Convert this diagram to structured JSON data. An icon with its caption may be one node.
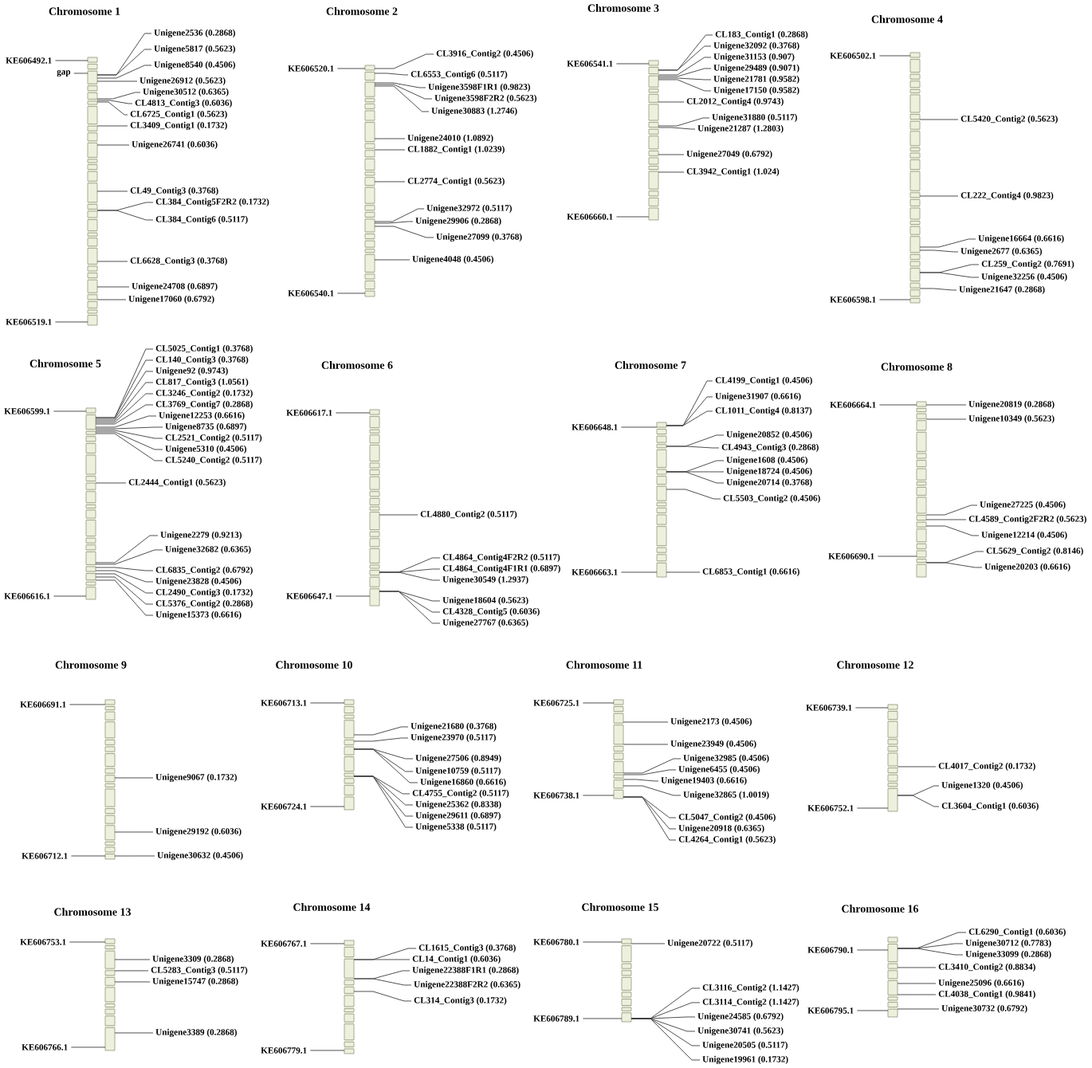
{
  "diagram": {
    "nodes": [
      {
        "text": [],
        "shape": "bar"
      },
      {
        "text": [
          "KE606492.1"
        ]
      },
      {
        "text": [
          "KE606519.1"
        ]
      },
      {
        "text": [
          "gap"
        ]
      },
      {
        "text": [
          "Unigene2536 (0.2868)"
        ]
      },
      {
        "text": [
          "Unigene5817 (0.5623)"
        ]
      },
      {
        "text": [
          "Unigene8540 (0.4506)"
        ]
      },
      {
        "text": [
          "Unigene26912 (0.5623)"
        ]
      },
      {
        "text": [
          "Unigene30512 (0.6365)"
        ]
      },
      {
        "text": [
          "CL4813_Contig3 (0.6036)"
        ]
      },
      {
        "text": [
          "CL6725_Contig1 (0.5623)"
        ]
      },
      {
        "text": [
          "CL3409_Contig1 (0.1732)"
        ]
      },
      {
        "text": [
          "Unigene26741 (0.6036)"
        ]
      },
      {
        "text": [
          "CL49_Contig3 (0.3768)"
        ]
      },
      {
        "text": [
          "CL384_Contig5F2R2 (0.1732)"
        ]
      },
      {
        "text": [
          "CL384_Contig6 (0.5117)"
        ]
      },
      {
        "text": [
          "CL6628_Contig3 (0.3768)"
        ]
      },
      {
        "text": [
          "Unigene24708 (0.6897)"
        ]
      },
      {
        "text": [
          "Unigene17060 (0.6792)"
        ]
      },
      {
        "text": [],
        "shape": "bar"
      },
      {
        "text": [
          "KE606520.1"
        ]
      },
      {
        "text": [
          "KE606540.1"
        ]
      },
      {
        "text": [
          "CL3916_Contig2 (0.4506)"
        ]
      },
      {
        "text": [
          "CL6553_Contig6 (0.5117)"
        ]
      },
      {
        "text": [
          "Unigene3598F1R1 (0.9823)"
        ]
      },
      {
        "text": [
          "Unigene3598F2R2 (0.5623)"
        ]
      },
      {
        "text": [
          "Unigene30883 (1.2746)"
        ]
      },
      {
        "text": [
          "Unigene24010 (1.0892)"
        ]
      },
      {
        "text": [
          "CL1882_Contig1 (1.0239)"
        ]
      },
      {
        "text": [
          "CL2774_Contig1 (0.5623)"
        ]
      },
      {
        "text": [
          "Unigene32972 (0.5117)"
        ]
      },
      {
        "text": [
          "Unigene29906 (0.2868)"
        ]
      },
      {
        "text": [
          "Unigene27099 (0.3768)"
        ]
      },
      {
        "text": [
          "Unigene4048 (0.4506)"
        ]
      },
      {
        "text": [],
        "shape": "bar"
      },
      {
        "text": [
          "KE606541.1"
        ]
      },
      {
        "text": [
          "KE606660.1"
        ]
      },
      {
        "text": [
          "CL183_Contig1 (0.2868)"
        ]
      },
      {
        "text": [
          "Unigene32092 (0.3768)"
        ]
      },
      {
        "text": [
          "Unigene31153 (0.907)"
        ]
      },
      {
        "text": [
          "Unigene29489 (0.9071)"
        ]
      },
      {
        "text": [
          "Unigene21781 (0.9582)"
        ]
      },
      {
        "text": [
          "Unigene17150 (0.9582)"
        ]
      },
      {
        "text": [
          "CL2012_Contig4 (0.9743)"
        ]
      },
      {
        "text": [
          "Unigene31880 (0.5117)"
        ]
      },
      {
        "text": [
          "Unigene21287 (1.2803)"
        ]
      },
      {
        "text": [
          "Unigene27049 (0.6792)"
        ]
      },
      {
        "text": [
          "CL3942_Contig1 (1.024)"
        ]
      },
      {
        "text": [],
        "shape": "bar",
        "beside": [
          "Chromosome 4"
        ]
      },
      {
        "text": [
          "KE606502.1"
        ]
      },
      {
        "text": [
          "KE606598.1"
        ]
      },
      {
        "text": [
          "CL5420_Contig2 (0.5623)"
        ]
      },
      {
        "text": [
          "CL222_Contig4 (0.9823)"
        ]
      },
      {
        "text": [
          "Unigene16664 (0.6616)"
        ]
      },
      {
        "text": [
          "Unigene2677 (0.6365)"
        ]
      },
      {
        "text": [
          "CL259_Contig2 (0.7691)"
        ]
      },
      {
        "text": [
          "Unigene32256 (0.4506)"
        ]
      },
      {
        "text": [
          "Unigene21647 (0.2868)"
        ]
      },
      {
        "text": [],
        "shape": "bar",
        "beside": [
          "Chromosome 5"
        ]
      },
      {
        "text": [
          "KE606599.1"
        ]
      },
      {
        "text": [
          "KE606616.1"
        ]
      },
      {
        "text": [
          "CL5025_Contig1 (0.3768)"
        ]
      },
      {
        "text": [
          "CL140_Contig3 (0.3768)"
        ]
      },
      {
        "text": [
          "Unigene92 (0.9743)"
        ]
      },
      {
        "text": [
          "CL817_Contig3 (1.0561)"
        ]
      },
      {
        "text": [
          "CL3246_Contig2 (0.1732)"
        ]
      },
      {
        "text": [
          "CL3769_Contig7 (0.2868)"
        ]
      },
      {
        "text": [
          "Unigene12253 (0.6616)"
        ]
      },
      {
        "text": [
          "Unigene8735 (0.6897)"
        ]
      },
      {
        "text": [
          "CL2521_Contig2 (0.5117)"
        ]
      },
      {
        "text": [
          "Unigene5310 (0.4506)"
        ]
      },
      {
        "text": [
          "CL5240_Contig2 (0.5117)"
        ]
      },
      {
        "text": [
          "CL2444_Contig1 (0.5623)"
        ]
      },
      {
        "text": [
          "Unigene2279 (0.9213)"
        ]
      },
      {
        "text": [
          "Unigene32682 (0.6365)"
        ]
      },
      {
        "text": [
          "CL6835_Contig2 (0.6792)"
        ]
      },
      {
        "text": [
          "Unigene23828 (0.4506)"
        ]
      },
      {
        "text": [
          "CL2490_Contig3 (0.1732)"
        ]
      },
      {
        "text": [
          "CL5376_Contig2 (0.2868)"
        ]
      },
      {
        "text": [
          "Unigene15373 (0.6616)"
        ]
      },
      {
        "text": [],
        "shape": "bar",
        "beside": [
          "Chromosome 6"
        ]
      },
      {
        "text": [
          "KE606617.1"
        ]
      },
      {
        "text": [
          "KE606647.1"
        ]
      },
      {
        "text": [
          "CL4880_Contig2 (0.5117)"
        ]
      },
      {
        "text": [
          "CL4864_Contig4F2R2 (0.5117)"
        ]
      },
      {
        "text": [
          "CL4864_Contig4F1R1 (0.6897)"
        ]
      },
      {
        "text": [
          "Unigene30549 (1.2937)"
        ]
      },
      {
        "text": [
          "Unigene18604 (0.5623)"
        ]
      },
      {
        "text": [
          "CL4328_Contig5 (0.6036)"
        ]
      },
      {
        "text": [
          "Unigene27767 (0.6365)"
        ]
      },
      {
        "text": [],
        "shape": "bar"
      },
      {
        "text": [
          "KE606648.1"
        ]
      },
      {
        "text": [
          "KE606663.1"
        ]
      },
      {
        "text": [
          "CL4199_Contig1 (0.4506)"
        ]
      },
      {
        "text": [
          "Unigene31907 (0.6616)"
        ]
      },
      {
        "text": [
          "CL1011_Contig4 (0.8137)"
        ]
      },
      {
        "text": [
          "Unigene20852 (0.4506)"
        ]
      },
      {
        "text": [
          "CL4943_Contig3 (0.2868)"
        ]
      },
      {
        "text": [
          "Unigene1608 (0.4506)"
        ]
      },
      {
        "text": [
          "Unigene18724 (0.4506)"
        ]
      },
      {
        "text": [
          "Unigene20714 (0.3768)"
        ]
      },
      {
        "text": [
          "CL5503_Contig2 (0.4506)"
        ]
      },
      {
        "text": [
          "CL6853_Contig1 (0.6616)"
        ]
      },
      {
        "text": [],
        "shape": "bar",
        "beside": [
          "Chromosome 8"
        ]
      },
      {
        "text": [
          "KE606664.1"
        ]
      },
      {
        "text": [
          "KE606690.1"
        ]
      },
      {
        "text": [
          "Unigene20819 (0.2868)"
        ]
      },
      {
        "text": [
          "Unigene10349 (0.5623)"
        ]
      },
      {
        "text": [
          "Unigene27225 (0.4506)"
        ]
      },
      {
        "text": [
          "CL4589_Contig2F2R2 (0.5623)"
        ]
      },
      {
        "text": [
          "Unigene12214 (0.4506)"
        ]
      },
      {
        "text": [
          "CL5629_Contig2 (0.8146)"
        ]
      },
      {
        "text": [
          "Unigene20203 (0.6616)"
        ]
      },
      {
        "text": [],
        "shape": "bar",
        "beside": [
          "Chromosome 9"
        ]
      },
      {
        "text": [
          "KE606691.1"
        ]
      },
      {
        "text": [
          "KE606712.1"
        ]
      },
      {
        "text": [
          "Unigene9067 (0.1732)"
        ]
      },
      {
        "text": [
          "Unigene29192 (0.6036)"
        ]
      },
      {
        "text": [
          "Unigene30632 (0.4506)"
        ]
      },
      {
        "text": [],
        "shape": "bar",
        "beside": [
          "Chromosome 10"
        ]
      },
      {
        "text": [
          "KE606713.1"
        ]
      },
      {
        "text": [
          "KE606724.1"
        ]
      },
      {
        "text": [
          "Unigene21680 (0.3768)"
        ]
      },
      {
        "text": [
          "Unigene23970 (0.5117)"
        ]
      },
      {
        "text": [
          "Unigene27506 (0.8949)"
        ]
      },
      {
        "text": [
          "Unigene10759 (0.5117)"
        ]
      },
      {
        "text": [
          "Unigene16860 (0.6616)"
        ]
      },
      {
        "text": [
          "CL4755_Contig2 (0.5117)"
        ]
      },
      {
        "text": [
          "Unigene25362 (0.8338)"
        ]
      },
      {
        "text": [
          "Unigene29611 (0.6897)"
        ]
      },
      {
        "text": [
          "Unigene5338 (0.5117)"
        ]
      },
      {
        "text": [],
        "shape": "bar",
        "beside": [
          "Chromosome 11"
        ]
      },
      {
        "text": [
          "KE606725.1"
        ]
      },
      {
        "text": [
          "KE606738.1"
        ]
      },
      {
        "text": [
          "Unigene2173 (0.4506)"
        ]
      },
      {
        "text": [
          "Unigene23949 (0.4506)"
        ]
      },
      {
        "text": [
          "Unigene32985 (0.4506)"
        ]
      },
      {
        "text": [
          "Unigene6455 (0.4506)"
        ]
      },
      {
        "text": [
          "Unigene19403 (0.6616)"
        ]
      },
      {
        "text": [
          "Unigene32865 (1.0019)"
        ]
      },
      {
        "text": [
          "CL5047_Contig2 (0.4506)"
        ]
      },
      {
        "text": [
          "Unigene20918 (0.6365)"
        ]
      },
      {
        "text": [
          "CL4264_Contig1 (0.5623)"
        ]
      },
      {
        "text": [],
        "shape": "bar",
        "beside": [
          "Chromosome 12"
        ]
      },
      {
        "text": [
          "KE606739.1"
        ]
      },
      {
        "text": [
          "KE606752.1"
        ]
      },
      {
        "text": [
          "CL4017_Contig2 (0.1732)"
        ]
      },
      {
        "text": [
          "Unigene1320 (0.4506)"
        ]
      },
      {
        "text": [
          "CL3604_Contig1 (0.6036)"
        ]
      },
      {
        "text": [],
        "shape": "bar",
        "beside": [
          "Chromosome 13"
        ]
      },
      {
        "text": [
          "KE606753.1"
        ]
      },
      {
        "text": [
          "KE606766.1"
        ]
      },
      {
        "text": [
          "Unigene3309 (0.2868)"
        ]
      },
      {
        "text": [
          "CL5283_Contig3 (0.5117)"
        ]
      },
      {
        "text": [
          "Unigene15747 (0.2868)"
        ]
      },
      {
        "text": [
          "Unigene3389 (0.2868)"
        ]
      },
      {
        "text": [],
        "shape": "bar",
        "beside": [
          "Chromosome 14"
        ]
      },
      {
        "text": [
          "KE606767.1"
        ]
      },
      {
        "text": [
          "KE606779.1"
        ]
      },
      {
        "text": [
          "CL1615_Contig3 (0.3768)"
        ]
      },
      {
        "text": [
          "CL14_Contig1 (0.6036)"
        ]
      },
      {
        "text": [
          "Unigene22388F1R1 (0.2868)"
        ]
      },
      {
        "text": [
          "Unigene22388F2R2 (0.6365)"
        ]
      },
      {
        "text": [
          "CL314_Contig3 (0.1732)"
        ]
      },
      {
        "text": [],
        "shape": "bar",
        "beside": [
          "Chromosome 15"
        ]
      },
      {
        "text": [
          "KE606780.1"
        ]
      },
      {
        "text": [
          "KE606789.1"
        ]
      },
      {
        "text": [
          "Unigene20722 (0.5117)"
        ]
      },
      {
        "text": [
          "CL3116_Contig2 (1.1427)"
        ]
      },
      {
        "text": [
          "CL3114_Contig2 (1.1427)"
        ]
      },
      {
        "text": [
          "Unigene24585 (0.6792)"
        ]
      },
      {
        "text": [
          "Unigene30741 (0.5623)"
        ]
      },
      {
        "text": [
          "Unigene20505 (0.5117)"
        ]
      },
      {
        "text": [
          "Unigene19961 (0.1732)"
        ]
      },
      {
        "text": [],
        "shape": "bar",
        "beside": [
          "Chromosome 16"
        ]
      },
      {
        "text": [
          "KE606790.1"
        ]
      },
      {
        "text": [
          "KE606795.1"
        ]
      },
      {
        "text": [
          "CL6290_Contig1 (0.6036)"
        ]
      },
      {
        "text": [
          "Unigene30712 (0.7783)"
        ]
      },
      {
        "text": [
          "Unigene33099 (0.2868)"
        ]
      },
      {
        "text": [
          "CL3410_Contig2 (0.8834)"
        ]
      },
      {
        "text": [
          "Unigene25096 (0.6616)"
        ]
      },
      {
        "text": [
          "CL4038_Contig1 (0.9841)"
        ]
      },
      {
        "text": [
          "Unigene30732 (0.6792)"
        ]
      }
    ],
    "edges": [
      {
        "from": 1,
        "to": 0,
        "arrow": "none"
      },
      {
        "from": 2,
        "to": 0,
        "arrow": "none"
      },
      {
        "from": 3,
        "to": 0,
        "arrow": "none"
      },
      {
        "from": 4,
        "to": 0,
        "arrow": "none"
      },
      {
        "from": 5,
        "to": 0,
        "arrow": "none"
      },
      {
        "from": 6,
        "to": 0,
        "arrow": "none"
      },
      {
        "from": 7,
        "to": 0,
        "arrow": "none"
      },
      {
        "from": 8,
        "to": 0,
        "arrow": "none"
      },
      {
        "from": 9,
        "to": 0,
        "arrow": "none"
      },
      {
        "from": 10,
        "to": 0,
        "arrow": "none"
      },
      {
        "from": 11,
        "to": 0,
        "arrow": "none"
      },
      {
        "from": 12,
        "to": 0,
        "arrow": "none"
      },
      {
        "from": 13,
        "to": 0,
        "arrow": "none"
      },
      {
        "from": 14,
        "to": 0,
        "arrow": "none"
      },
      {
        "from": 15,
        "to": 0,
        "arrow": "none"
      },
      {
        "from": 16,
        "to": 0,
        "arrow": "none"
      },
      {
        "from": 17,
        "to": 0,
        "arrow": "none"
      },
      {
        "from": 18,
        "to": 0,
        "arrow": "none"
      },
      {
        "from": 20,
        "to": 19,
        "arrow": "none"
      },
      {
        "from": 21,
        "to": 19,
        "arrow": "none"
      },
      {
        "from": 22,
        "to": 19,
        "arrow": "none"
      },
      {
        "from": 23,
        "to": 19,
        "arrow": "none"
      },
      {
        "from": 24,
        "to": 19,
        "arrow": "none"
      },
      {
        "from": 25,
        "to": 19,
        "arrow": "none"
      },
      {
        "from": 26,
        "to": 19,
        "arrow": "none"
      },
      {
        "from": 27,
        "to": 19,
        "arrow": "none"
      },
      {
        "from": 28,
        "to": 19,
        "arrow": "none"
      },
      {
        "from": 29,
        "to": 19,
        "arrow": "none"
      },
      {
        "from": 30,
        "to": 19,
        "arrow": "none"
      },
      {
        "from": 31,
        "to": 19,
        "arrow": "none"
      },
      {
        "from": 32,
        "to": 19,
        "arrow": "none"
      },
      {
        "from": 33,
        "to": 19,
        "arrow": "none"
      },
      {
        "from": 35,
        "to": 34,
        "arrow": "none"
      },
      {
        "from": 36,
        "to": 34,
        "arrow": "none"
      },
      {
        "from": 37,
        "to": 34,
        "arrow": "none"
      },
      {
        "from": 38,
        "to": 34,
        "arrow": "none"
      },
      {
        "from": 39,
        "to": 34,
        "arrow": "none"
      },
      {
        "from": 40,
        "to": 34,
        "arrow": "none"
      },
      {
        "from": 41,
        "to": 34,
        "arrow": "none"
      },
      {
        "from": 42,
        "to": 34,
        "arrow": "none"
      },
      {
        "from": 43,
        "to": 34,
        "arrow": "none"
      },
      {
        "from": 44,
        "to": 34,
        "arrow": "none"
      },
      {
        "from": 45,
        "to": 34,
        "arrow": "none"
      },
      {
        "from": 46,
        "to": 34,
        "arrow": "none"
      },
      {
        "from": 47,
        "to": 34,
        "arrow": "none"
      },
      {
        "from": 49,
        "to": 48,
        "arrow": "none"
      },
      {
        "from": 50,
        "to": 48,
        "arrow": "none"
      },
      {
        "from": 51,
        "to": 48,
        "arrow": "none"
      },
      {
        "from": 52,
        "to": 48,
        "arrow": "none"
      },
      {
        "from": 53,
        "to": 48,
        "arrow": "none"
      },
      {
        "from": 54,
        "to": 48,
        "arrow": "none"
      },
      {
        "from": 55,
        "to": 48,
        "arrow": "none"
      },
      {
        "from": 56,
        "to": 48,
        "arrow": "none"
      },
      {
        "from": 57,
        "to": 48,
        "arrow": "none"
      },
      {
        "from": 59,
        "to": 58,
        "arrow": "none"
      },
      {
        "from": 60,
        "to": 58,
        "arrow": "none"
      },
      {
        "from": 61,
        "to": 58,
        "arrow": "none"
      },
      {
        "from": 62,
        "to": 58,
        "arrow": "none"
      },
      {
        "from": 63,
        "to": 58,
        "arrow": "none"
      },
      {
        "from": 64,
        "to": 58,
        "arrow": "none"
      },
      {
        "from": 65,
        "to": 58,
        "arrow": "none"
      },
      {
        "from": 66,
        "to": 58,
        "arrow": "none"
      },
      {
        "from": 67,
        "to": 58,
        "arrow": "none"
      },
      {
        "from": 68,
        "to": 58,
        "arrow": "none"
      },
      {
        "from": 69,
        "to": 58,
        "arrow": "none"
      },
      {
        "from": 70,
        "to": 58,
        "arrow": "none"
      },
      {
        "from": 71,
        "to": 58,
        "arrow": "none"
      },
      {
        "from": 72,
        "to": 58,
        "arrow": "none"
      },
      {
        "from": 73,
        "to": 58,
        "arrow": "none"
      },
      {
        "from": 74,
        "to": 58,
        "arrow": "none"
      },
      {
        "from": 75,
        "to": 58,
        "arrow": "none"
      },
      {
        "from": 76,
        "to": 58,
        "arrow": "none"
      },
      {
        "from": 77,
        "to": 58,
        "arrow": "none"
      },
      {
        "from": 78,
        "to": 58,
        "arrow": "none"
      },
      {
        "from": 79,
        "to": 58,
        "arrow": "none"
      },
      {
        "from": 81,
        "to": 80,
        "arrow": "none"
      },
      {
        "from": 82,
        "to": 80,
        "arrow": "none"
      },
      {
        "from": 83,
        "to": 80,
        "arrow": "none"
      },
      {
        "from": 84,
        "to": 80,
        "arrow": "none"
      },
      {
        "from": 85,
        "to": 80,
        "arrow": "none"
      },
      {
        "from": 86,
        "to": 80,
        "arrow": "none"
      },
      {
        "from": 87,
        "to": 80,
        "arrow": "none"
      },
      {
        "from": 88,
        "to": 80,
        "arrow": "none"
      },
      {
        "from": 89,
        "to": 80,
        "arrow": "none"
      },
      {
        "from": 91,
        "to": 90,
        "arrow": "none"
      },
      {
        "from": 92,
        "to": 90,
        "arrow": "none"
      },
      {
        "from": 93,
        "to": 90,
        "arrow": "none"
      },
      {
        "from": 94,
        "to": 90,
        "arrow": "none"
      },
      {
        "from": 95,
        "to": 90,
        "arrow": "none"
      },
      {
        "from": 96,
        "to": 90,
        "arrow": "none"
      },
      {
        "from": 97,
        "to": 90,
        "arrow": "none"
      },
      {
        "from": 98,
        "to": 90,
        "arrow": "none"
      },
      {
        "from": 99,
        "to": 90,
        "arrow": "none"
      },
      {
        "from": 100,
        "to": 90,
        "arrow": "none"
      },
      {
        "from": 101,
        "to": 90,
        "arrow": "none"
      },
      {
        "from": 102,
        "to": 90,
        "arrow": "none"
      },
      {
        "from": 104,
        "to": 103,
        "arrow": "none"
      },
      {
        "from": 105,
        "to": 103,
        "arrow": "none"
      },
      {
        "from": 106,
        "to": 103,
        "arrow": "none"
      },
      {
        "from": 107,
        "to": 103,
        "arrow": "none"
      },
      {
        "from": 108,
        "to": 103,
        "arrow": "none"
      },
      {
        "from": 109,
        "to": 103,
        "arrow": "none"
      },
      {
        "from": 110,
        "to": 103,
        "arrow": "none"
      },
      {
        "from": 111,
        "to": 103,
        "arrow": "none"
      },
      {
        "from": 112,
        "to": 103,
        "arrow": "none"
      },
      {
        "from": 114,
        "to": 113,
        "arrow": "none"
      },
      {
        "from": 115,
        "to": 113,
        "arrow": "none"
      },
      {
        "from": 116,
        "to": 113,
        "arrow": "none"
      },
      {
        "from": 117,
        "to": 113,
        "arrow": "none"
      },
      {
        "from": 118,
        "to": 113,
        "arrow": "none"
      },
      {
        "from": 120,
        "to": 119,
        "arrow": "none"
      },
      {
        "from": 121,
        "to": 119,
        "arrow": "none"
      },
      {
        "from": 122,
        "to": 119,
        "arrow": "none"
      },
      {
        "from": 123,
        "to": 119,
        "arrow": "none"
      },
      {
        "from": 124,
        "to": 119,
        "arrow": "none"
      },
      {
        "from": 125,
        "to": 119,
        "arrow": "none"
      },
      {
        "from": 126,
        "to": 119,
        "arrow": "none"
      },
      {
        "from": 127,
        "to": 119,
        "arrow": "none"
      },
      {
        "from": 128,
        "to": 119,
        "arrow": "none"
      },
      {
        "from": 129,
        "to": 119,
        "arrow": "none"
      },
      {
        "from": 130,
        "to": 119,
        "arrow": "none"
      },
      {
        "from": 132,
        "to": 131,
        "arrow": "none"
      },
      {
        "from": 133,
        "to": 131,
        "arrow": "none"
      },
      {
        "from": 134,
        "to": 131,
        "arrow": "none"
      },
      {
        "from": 135,
        "to": 131,
        "arrow": "none"
      },
      {
        "from": 136,
        "to": 131,
        "arrow": "none"
      },
      {
        "from": 137,
        "to": 131,
        "arrow": "none"
      },
      {
        "from": 138,
        "to": 131,
        "arrow": "none"
      },
      {
        "from": 139,
        "to": 131,
        "arrow": "none"
      },
      {
        "from": 140,
        "to": 131,
        "arrow": "none"
      },
      {
        "from": 141,
        "to": 131,
        "arrow": "none"
      },
      {
        "from": 142,
        "to": 131,
        "arrow": "none"
      },
      {
        "from": 144,
        "to": 143,
        "arrow": "none"
      },
      {
        "from": 145,
        "to": 143,
        "arrow": "none"
      },
      {
        "from": 146,
        "to": 143,
        "arrow": "none"
      },
      {
        "from": 147,
        "to": 143,
        "arrow": "none"
      },
      {
        "from": 148,
        "to": 143,
        "arrow": "none"
      },
      {
        "from": 150,
        "to": 149,
        "arrow": "none"
      },
      {
        "from": 151,
        "to": 149,
        "arrow": "none"
      },
      {
        "from": 152,
        "to": 149,
        "arrow": "none"
      },
      {
        "from": 153,
        "to": 149,
        "arrow": "none"
      },
      {
        "from": 154,
        "to": 149,
        "arrow": "none"
      },
      {
        "from": 155,
        "to": 149,
        "arrow": "none"
      },
      {
        "from": 157,
        "to": 156,
        "arrow": "none"
      },
      {
        "from": 158,
        "to": 156,
        "arrow": "none"
      },
      {
        "from": 159,
        "to": 156,
        "arrow": "none"
      },
      {
        "from": 160,
        "to": 156,
        "arrow": "none"
      },
      {
        "from": 161,
        "to": 156,
        "arrow": "none"
      },
      {
        "from": 162,
        "to": 156,
        "arrow": "none"
      },
      {
        "from": 163,
        "to": 156,
        "arrow": "none"
      },
      {
        "from": 165,
        "to": 164,
        "arrow": "none"
      },
      {
        "from": 166,
        "to": 164,
        "arrow": "none"
      },
      {
        "from": 167,
        "to": 164,
        "arrow": "none"
      },
      {
        "from": 168,
        "to": 164,
        "arrow": "none"
      },
      {
        "from": 169,
        "to": 164,
        "arrow": "none"
      },
      {
        "from": 170,
        "to": 164,
        "arrow": "none"
      },
      {
        "from": 171,
        "to": 164,
        "arrow": "none"
      },
      {
        "from": 172,
        "to": 164,
        "arrow": "none"
      },
      {
        "from": 173,
        "to": 164,
        "arrow": "none"
      },
      {
        "from": 175,
        "to": 174,
        "arrow": "none"
      },
      {
        "from": 176,
        "to": 174,
        "arrow": "none"
      },
      {
        "from": 177,
        "to": 174,
        "arrow": "none"
      },
      {
        "from": 178,
        "to": 174,
        "arrow": "none"
      },
      {
        "from": 179,
        "to": 174,
        "arrow": "none"
      },
      {
        "from": 180,
        "to": 174,
        "arrow": "none"
      },
      {
        "from": 181,
        "to": 174,
        "arrow": "none"
      },
      {
        "from": 182,
        "to": 174,
        "arrow": "none"
      },
      {
        "from": 183,
        "to": 174,
        "arrow": "none"
      }
    ],
    "labels": [
      "Chromosome 1",
      "Chromosome 2",
      "Chromosome 3",
      "Chromosome 7"
    ]
  }
}
